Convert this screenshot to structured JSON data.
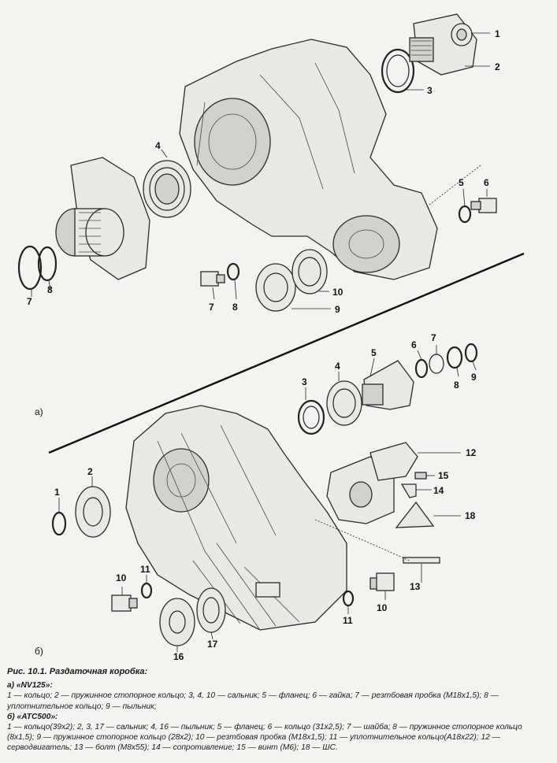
{
  "figure": {
    "variant_a_label": "а)",
    "variant_b_label": "б)",
    "callouts_a": [
      "1",
      "2",
      "3",
      "4",
      "5",
      "6",
      "7",
      "8",
      "7",
      "8",
      "10",
      "9"
    ],
    "callouts_b": [
      "1",
      "2",
      "3",
      "4",
      "5",
      "6",
      "7",
      "8",
      "9",
      "10",
      "11",
      "12",
      "15",
      "14",
      "18",
      "13",
      "10",
      "11",
      "16",
      "17"
    ]
  },
  "caption": {
    "title": "Рис. 10.1. Раздаточная коробка:",
    "a_heading": "а) «NV125»:",
    "a_text": "1 — кольцо; 2 — пружинное стопорное кольцо; 3, 4, 10 — сальник; 5 — фланец; 6 — гайка; 7 — резтбовая пробка (M18x1,5); 8 — уплотнительное кольцо; 9 — пыльник;",
    "b_heading": "б) «ATC500»:",
    "b_text": "1 — кольцо(39x2); 2, 3, 17 — сальник; 4, 16 — пыльник; 5 — фланец; 6 — кольцо (31x2,5); 7 — шайба; 8 — пружинное стопорное кольцо (8x1,5); 9 — пружинное стопорное кольцо (28x2); 10 — резтбовая пробка (M18x1,5); 11 — уплотнительное кольцо(A18x22); 12 — серводвигатель; 13 — болт (M8x55); 14 — сопротивление; 15 — винт (M6); 18 — ШС."
  }
}
